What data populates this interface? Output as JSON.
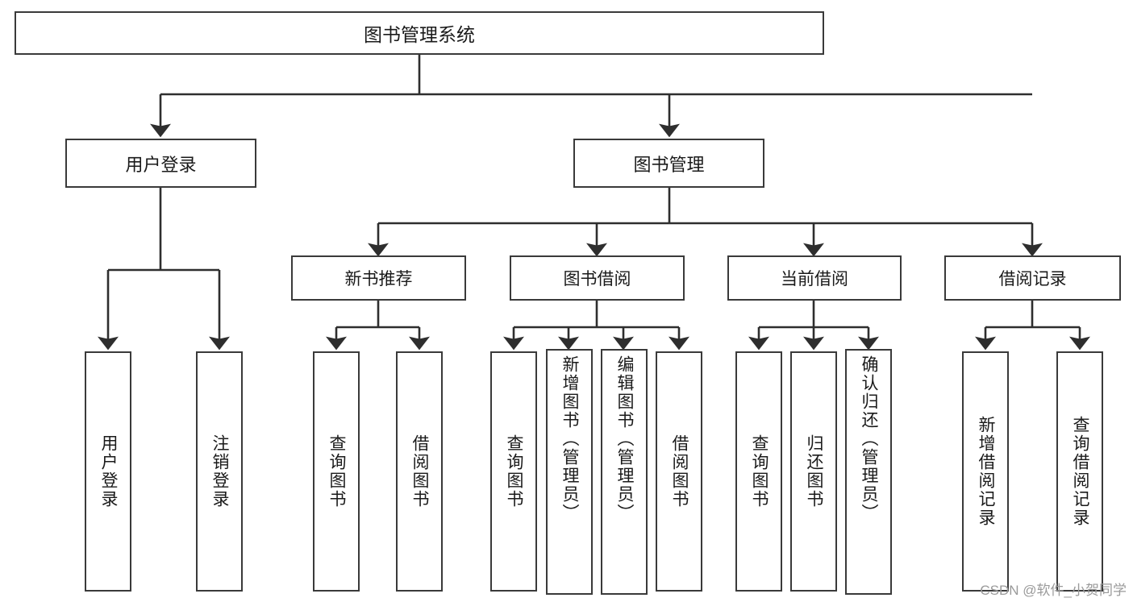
{
  "diagram": {
    "title": "图书管理系统",
    "root": {
      "label": "图书管理系统"
    },
    "level2": [
      {
        "label": "用户登录"
      },
      {
        "label": "图书管理"
      }
    ],
    "level3": [
      {
        "label": "新书推荐"
      },
      {
        "label": "图书借阅"
      },
      {
        "label": "当前借阅"
      },
      {
        "label": "借阅记录"
      }
    ],
    "leaves": {
      "user_login": [
        {
          "label": "用户登录"
        },
        {
          "label": "注销登录"
        }
      ],
      "new_book": [
        {
          "label": "查询图书"
        },
        {
          "label": "借阅图书"
        }
      ],
      "book_borrow": [
        {
          "label": "查询图书"
        },
        {
          "label": "新增图书（管理员）"
        },
        {
          "label": "编辑图书（管理员）"
        },
        {
          "label": "借阅图书"
        }
      ],
      "current_borrow": [
        {
          "label": "查询图书"
        },
        {
          "label": "归还图书"
        },
        {
          "label": "确认归还（管理员）"
        }
      ],
      "borrow_record": [
        {
          "label": "新增借阅记录"
        },
        {
          "label": "查询借阅记录"
        }
      ]
    }
  },
  "watermark": {
    "text": "CSDN @软件_小贺同学"
  },
  "colors": {
    "stroke": "#3a3a3a",
    "background": "#ffffff",
    "text": "#1a1a1a",
    "watermark": "#9a9a9a"
  }
}
